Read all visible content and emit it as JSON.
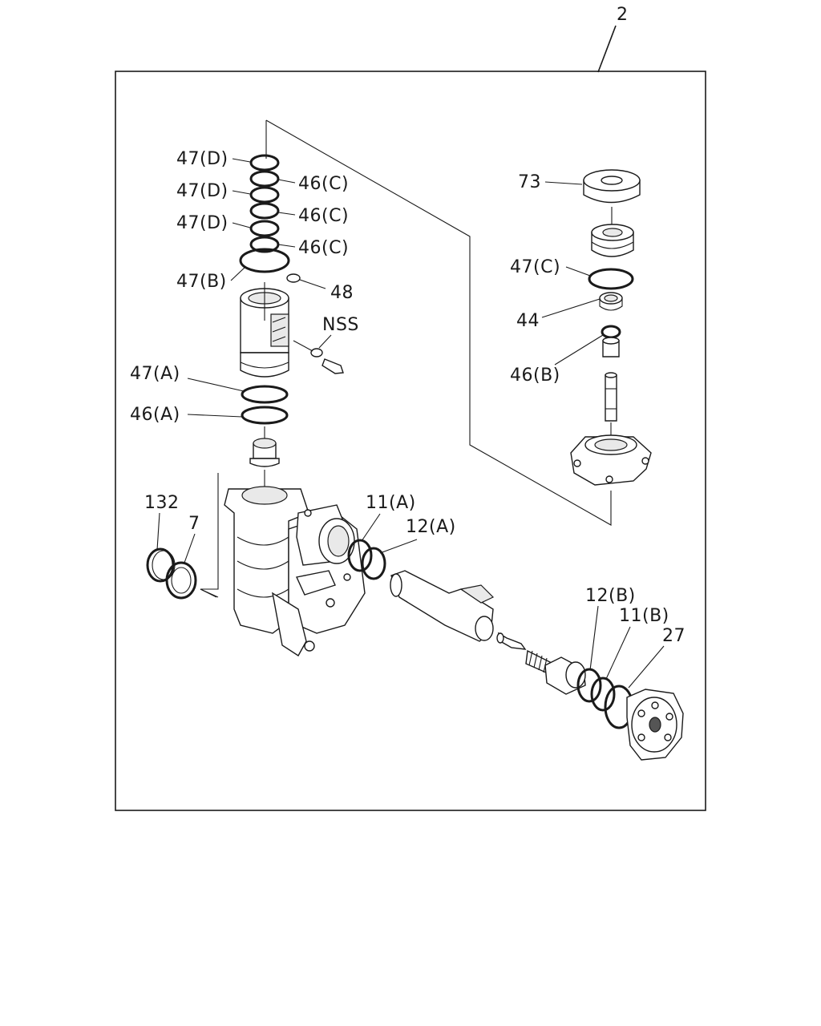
{
  "diagram": {
    "assembly_number": "2",
    "labels": {
      "l47d_1": "47(D)",
      "l47d_2": "47(D)",
      "l47d_3": "47(D)",
      "l46c_1": "46(C)",
      "l46c_2": "46(C)",
      "l46c_3": "46(C)",
      "l47b": "47(B)",
      "l48": "48",
      "lnss": "NSS",
      "l47a": "47(A)",
      "l46a": "46(A)",
      "l132": "132",
      "l7": "7",
      "l11a": "11(A)",
      "l12a": "12(A)",
      "l73": "73",
      "l47c": "47(C)",
      "l44": "44",
      "l46b": "46(B)",
      "l12b": "12(B)",
      "l11b": "11(B)",
      "l27": "27"
    }
  }
}
